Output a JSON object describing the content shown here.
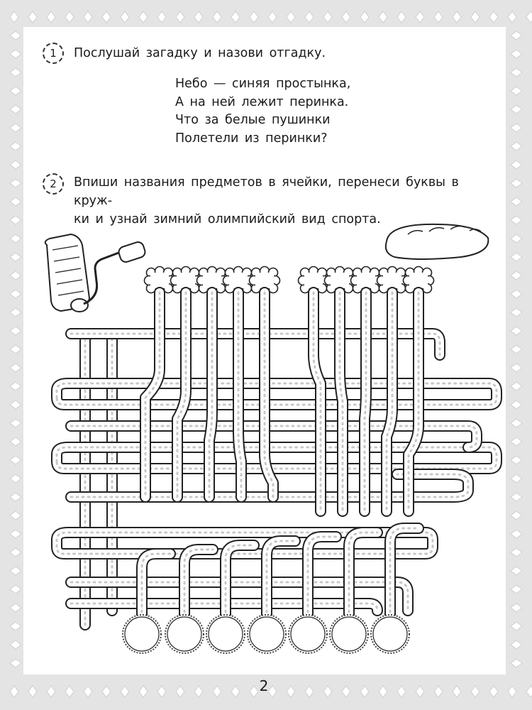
{
  "tasks": [
    {
      "number": "1",
      "instruction": "Послушай загадку и назови отгадку.",
      "riddle": [
        "Небо — синяя простынка,",
        "А на ней лежит перинка.",
        "Что за белые пушинки",
        "Полетели из перинки?"
      ]
    },
    {
      "number": "2",
      "instruction_line1": "Впиши названия предметов в ячейки, перенеси буквы в круж-",
      "instruction_line2": "ки и узнай зимний олимпийский вид спорта."
    }
  ],
  "puzzle": {
    "pictures": [
      "paint-roller",
      "bread-loaf"
    ],
    "cells": {
      "left_group": [
        "",
        "",
        "",
        "",
        ""
      ],
      "right_group": [
        "",
        "",
        "",
        "",
        ""
      ]
    },
    "answer_circles": [
      "",
      "",
      "",
      "",
      "",
      "",
      ""
    ]
  },
  "page_number": "2",
  "colors": {
    "page_background": "#e4e4e4",
    "line": "#222222",
    "shade": "#bdbdbd"
  }
}
